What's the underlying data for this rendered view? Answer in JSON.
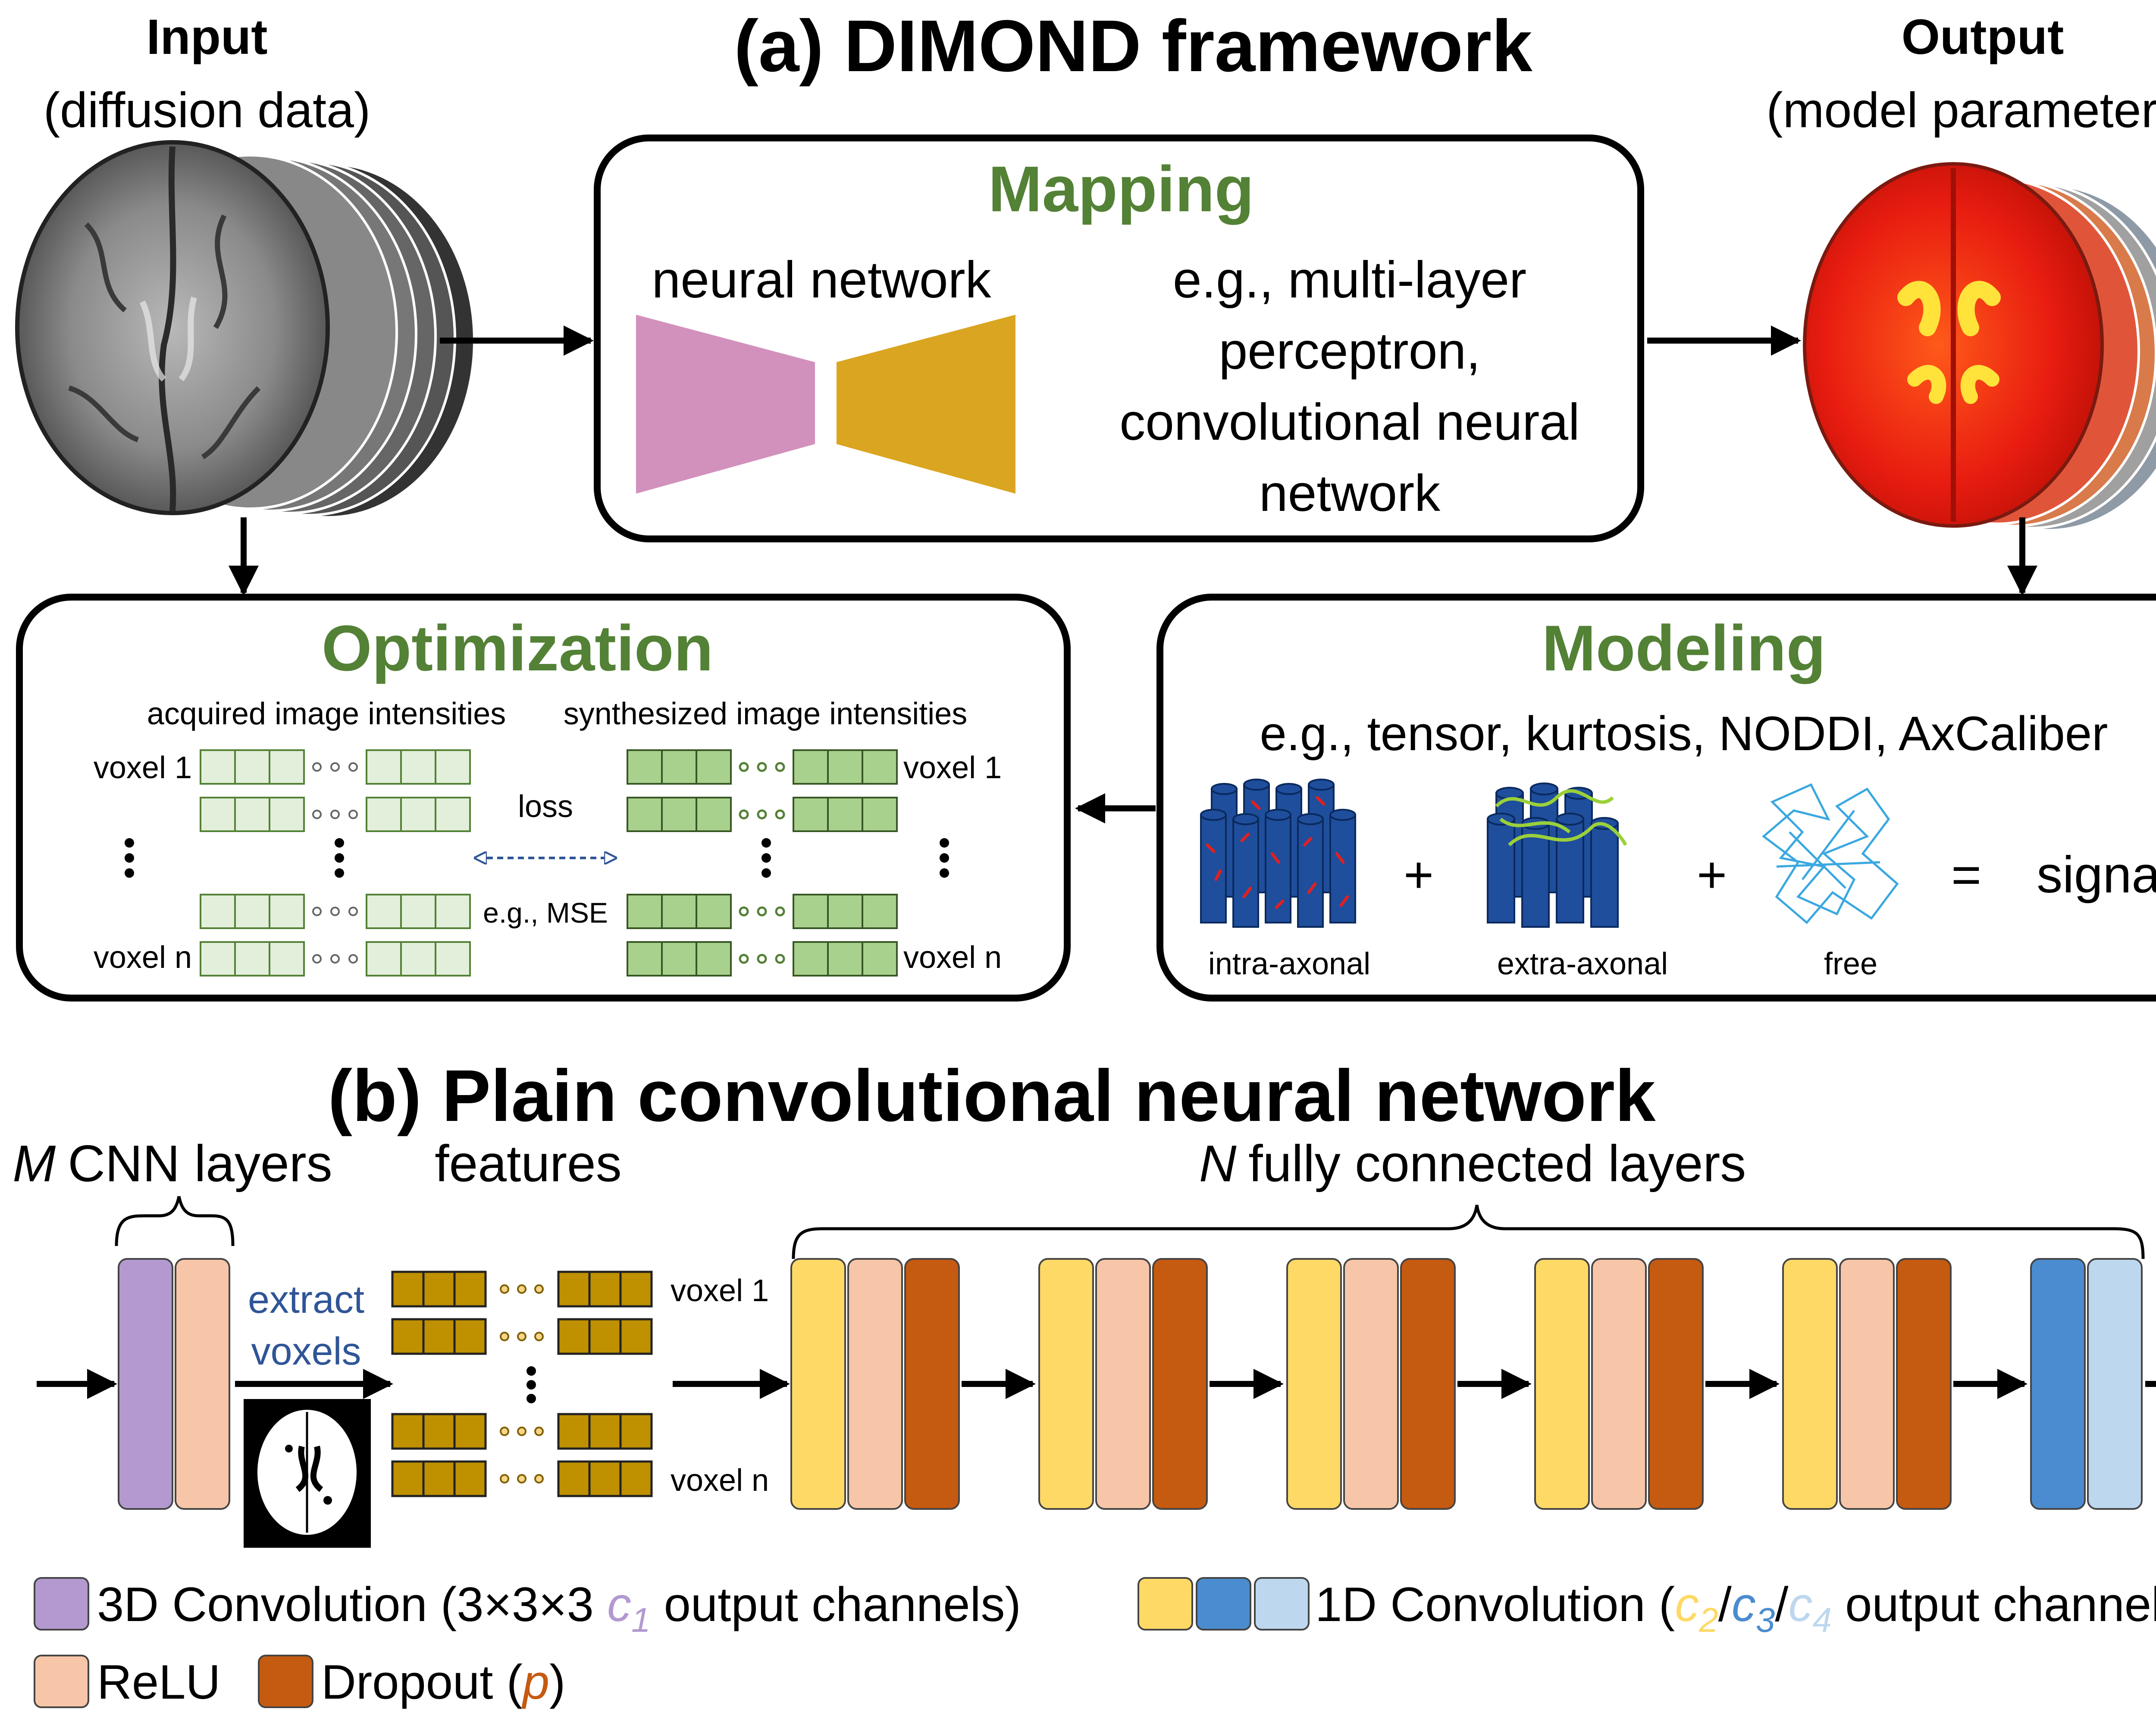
{
  "title_a": "(a) DIMOND framework",
  "title_b": "(b) Plain convolutional neural network",
  "input": {
    "title": "Input",
    "subtitle": "(diffusion data)"
  },
  "output": {
    "title": "Output",
    "subtitle": "(model parameters)"
  },
  "mapping": {
    "title": "Mapping",
    "left_label": "neural network",
    "description": [
      "e.g., multi-layer",
      "perceptron,",
      "convolutional neural",
      "network"
    ]
  },
  "optimization": {
    "title": "Optimization",
    "left_header": "acquired image intensities",
    "right_header": "synthesized image intensities",
    "voxel_first": "voxel 1",
    "voxel_last": "voxel n",
    "loss": "loss",
    "loss_example": "e.g., MSE"
  },
  "modeling": {
    "title": "Modeling",
    "examples": "e.g., tensor, kurtosis, NODDI, AxCaliber",
    "compartments": [
      "intra-axonal",
      "extra-axonal",
      "free"
    ],
    "plus": "+",
    "equals": "=",
    "signal": "signal"
  },
  "cnn": {
    "m_symbol": "M",
    "m_label": "CNN layers",
    "features": "features",
    "n_symbol": "N",
    "n_label": "fully connected layers",
    "extract_line1": "extract",
    "extract_line2": "voxels",
    "voxel_first": "voxel 1",
    "voxel_last": "voxel n"
  },
  "legend": {
    "conv3d_prefix": "3D Convolution (3×3×3 ",
    "c1": "c",
    "c1_sub": "1",
    "conv3d_suffix": " output channels)",
    "relu": "ReLU",
    "dropout_prefix": "Dropout (",
    "p": "p",
    "dropout_suffix": ")",
    "conv1d_prefix": "1D Convolution (",
    "c": "c",
    "c2_sub": "2",
    "c3_sub": "3",
    "c4_sub": "4",
    "slash": "/",
    "conv1d_suffix": " output channels)"
  },
  "colors": {
    "green_title": "#538135",
    "purple": "#B399D0",
    "relu": "#F7C6A8",
    "dropout": "#C55A11",
    "yellow": "#FFD966",
    "blue": "#4A8CCF",
    "light_blue": "#BDD7EE",
    "map_pink": "#D291BC",
    "map_gold": "#DAA520",
    "feat_gold": "#BF9000",
    "acq_green": "#E2EFDA",
    "syn_green": "#A9D18E",
    "dark_blue_text": "#2F5597"
  }
}
